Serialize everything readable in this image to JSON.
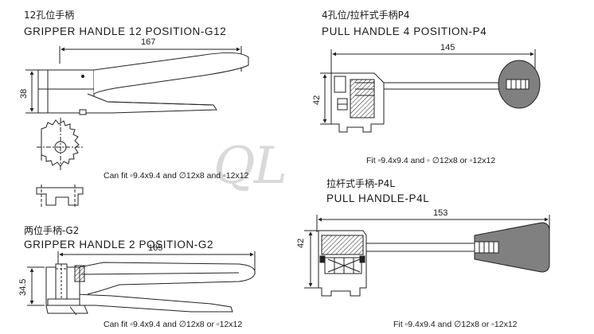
{
  "watermark": "QL",
  "g12": {
    "title_cn": "12孔位手柄",
    "title_en": "GRIPPER HANDLE 12 POSITION-G12",
    "dim_length": "167",
    "dim_height": "38",
    "fit": "Can fit ▫9.4x9.4 and ∅12x8 and ▫12x12"
  },
  "p4": {
    "title_cn": "4孔位/拉杆式手柄P4",
    "title_en": "PULL HANDLE 4 POSITION-P4",
    "dim_length": "145",
    "dim_height": "42",
    "fit": "Fit ▫9.4x9.4 and  ▫ ∅12x8 or ▫12x12"
  },
  "p4l": {
    "title_cn": "拉杆式手柄-P4L",
    "title_en": "PULL HANDLE-P4L",
    "dim_length": "153",
    "dim_height": "42",
    "fit": "Fit ▫9.4x9.4 and ∅12x8 or ▫12x12"
  },
  "g2": {
    "title_cn": "两位手柄-G2",
    "title_en": "GRIPPER HANDLE 2 POSITION-G2",
    "dim_length": "165",
    "dim_height": "34.5",
    "fit": "Can fit ▫9.4x9.4 and ∅12x8 or ▫12x12"
  }
}
